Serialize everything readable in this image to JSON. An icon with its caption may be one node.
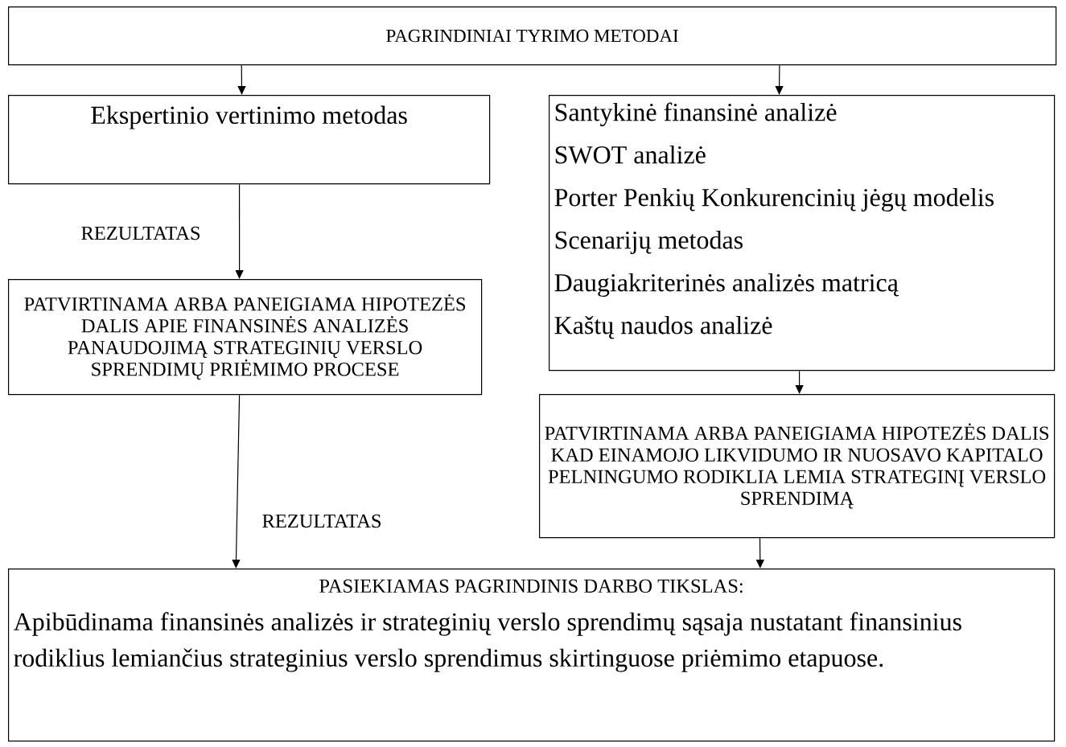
{
  "diagram": {
    "nodes": [
      {
        "text": [
          "PAGRINDINIAI TYRIMO METODAI"
        ]
      },
      {
        "text": [
          "Ekspertinio vertinimo metodas"
        ]
      },
      {
        "text": [
          "Santykinė finansinė analizė",
          "SWOT analizė",
          "Porter Penkių Konkurencinių jėgų modelis",
          "Scenarijų metodas",
          "Daugiakriterinės analizės matricą",
          "Kaštų naudos analizė"
        ]
      },
      {
        "text": [
          "PATVIRTINAMA ARBA PANEIGIAMA HIPOTEZĖS DALIS APIE FINANSINĖS ANALIZĖS PANAUDOJIMĄ STRATEGINIŲ VERSLO SPRENDIMŲ PRIĖMIMO PROCESE"
        ]
      },
      {
        "text": [
          "PATVIRTINAMA ARBA PANEIGIAMA HIPOTEZĖS DALIS KAD EINAMOJO LIKVIDUMO IR NUOSAVO KAPITALO PELNINGUMO RODIKLIA LEMIA STRATEGINĮ VERSLO SPRENDIMĄ"
        ]
      },
      {
        "text": [
          "PASIEKIAMAS PAGRINDINIS DARBO TIKSLAS:",
          "Apibūdinama finansinės analizės ir strateginių verslo sprendimų sąsaja nustatant finansinius rodiklius lemiančius strateginius verslo sprendimus skirtinguose priėmimo etapuose."
        ]
      }
    ],
    "edges": [
      {
        "from": 0,
        "to": 1,
        "arrow": "to"
      },
      {
        "from": 0,
        "to": 2,
        "arrow": "to"
      },
      {
        "from": 1,
        "to": 3,
        "arrow": "to",
        "label": "REZULTATAS"
      },
      {
        "from": 2,
        "to": 4,
        "arrow": "to"
      },
      {
        "from": 3,
        "to": 5,
        "arrow": "to",
        "label": "REZULTATAS"
      },
      {
        "from": 4,
        "to": 5,
        "arrow": "to"
      }
    ]
  }
}
